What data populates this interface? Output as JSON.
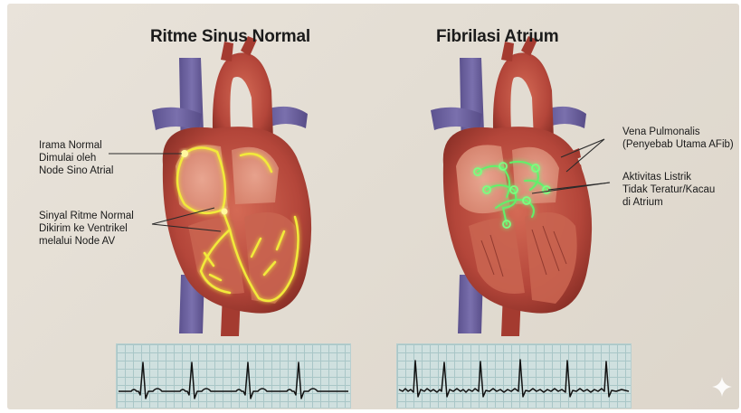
{
  "titles": {
    "left": "Ritme Sinus Normal",
    "right": "Fibrilasi Atrium"
  },
  "labels": {
    "sa_node": [
      "Irama Normal",
      "Dimulai oleh",
      "Node Sino Atrial"
    ],
    "av_node": [
      "Sinyal Ritme Normal",
      "Dikirim ke Ventrikel",
      "melalui Node AV"
    ],
    "pulmonary_veins": [
      "Vena Pulmonalis",
      "(Penyebab Utama AFib)"
    ],
    "chaotic_activity": [
      "Aktivitas Listrik",
      "Tidak Teratur/Kacau",
      "di Atrium"
    ]
  },
  "icons": {
    "watermark": "sparkle-icon"
  },
  "colors": {
    "normal_signal": "#f2ea3a",
    "afib_signal": "#62f06a",
    "heart_muscle": "#b8493b",
    "vein": "#6a5f9c",
    "ecg_line": "#111111"
  }
}
